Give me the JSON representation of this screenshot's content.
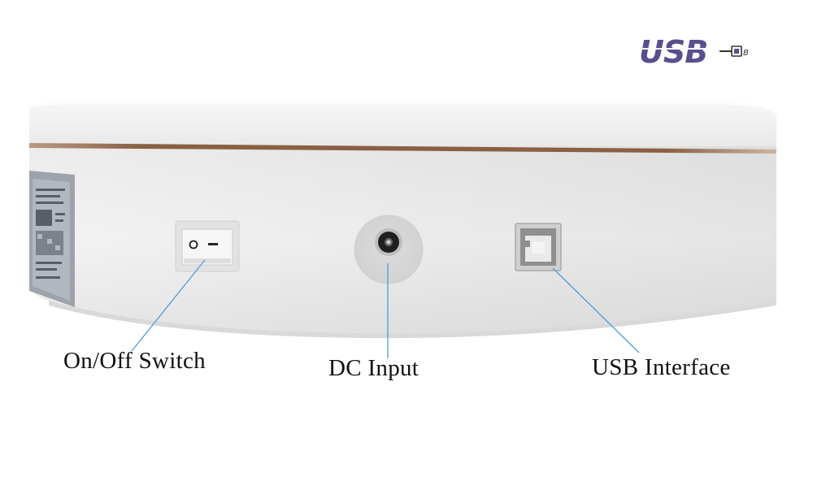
{
  "logo": {
    "text": "USB",
    "plug_glyph": "B",
    "color": "#5a4e8e"
  },
  "product": {
    "name": "turntable-base",
    "body_color": "#f1f1f1",
    "trim_color": "#8c6a4f"
  },
  "ports": [
    {
      "id": "switch",
      "icon": "rocker-switch-icon",
      "switch_marks": [
        "O",
        "—"
      ]
    },
    {
      "id": "dc",
      "icon": "dc-jack-icon"
    },
    {
      "id": "usb",
      "icon": "usb-b-port-icon"
    }
  ],
  "callouts": {
    "switch": "On/Off Switch",
    "dc": "DC Input",
    "usb": "USB Interface",
    "line_color": "#4a9fd8"
  }
}
